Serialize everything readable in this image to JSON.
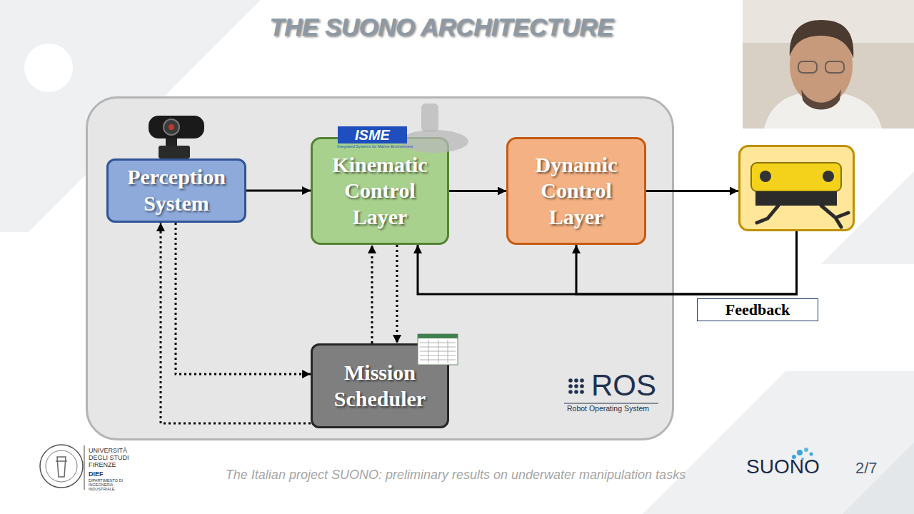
{
  "diagram": {
    "title": "THE SUONO ARCHITECTURE",
    "caption": "The Italian project SUONO: preliminary results on underwater manipulation tasks",
    "nodes": [
      {
        "text": [
          "ROS",
          "Robot Operating System"
        ]
      },
      {
        "text": [
          "Perception System"
        ],
        "in": 0
      },
      {
        "text": [
          "Kinematic Control Layer"
        ],
        "in": 0
      },
      {
        "text": [
          "Dynamic Control Layer"
        ],
        "in": 0
      },
      {
        "text": [
          "Mission Scheduler"
        ],
        "in": 0
      },
      {
        "text": []
      }
    ],
    "edges": [
      {
        "from": 1,
        "to": 2,
        "arrow": "to"
      },
      {
        "from": 2,
        "to": 3,
        "arrow": "to"
      },
      {
        "from": 3,
        "to": 5,
        "arrow": "to"
      },
      {
        "from": 5,
        "to": 2,
        "arrow": "to",
        "label": "Feedback"
      },
      {
        "from": 5,
        "to": 3,
        "arrow": "to"
      },
      {
        "from": 4,
        "to": 2,
        "arrow": "to"
      },
      {
        "from": 2,
        "to": 4,
        "arrow": "to"
      },
      {
        "from": 1,
        "to": 4,
        "arrow": "to"
      },
      {
        "from": 4,
        "to": 1,
        "arrow": "to"
      }
    ],
    "labels": [
      "ISME",
      "Integrated Systems for Marine Environment",
      "UNIVERSITÀ DEGLI STUDI FIRENZE",
      "DIEF",
      "DIPARTIMENTO DI INGEGNERIA INDUSTRIALE",
      "SUONO",
      "2/7"
    ]
  }
}
